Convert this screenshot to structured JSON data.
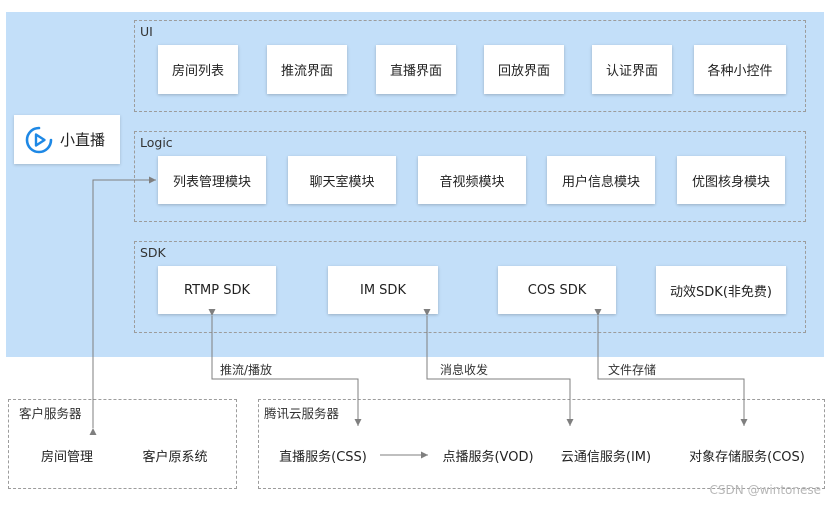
{
  "app": {
    "name": "小直播"
  },
  "layers": {
    "ui": {
      "label": "UI",
      "items": [
        "房间列表",
        "推流界面",
        "直播界面",
        "回放界面",
        "认证界面",
        "各种小控件"
      ]
    },
    "logic": {
      "label": "Logic",
      "items": [
        "列表管理模块",
        "聊天室模块",
        "音视频模块",
        "用户信息模块",
        "优图核身模块"
      ]
    },
    "sdk": {
      "label": "SDK",
      "items": [
        "RTMP SDK",
        "IM SDK",
        "COS SDK",
        "动效SDK(非免费)"
      ]
    }
  },
  "customer_server": {
    "label": "客户服务器",
    "items": [
      "房间管理",
      "客户原系统"
    ]
  },
  "tencent_cloud": {
    "label": "腾讯云服务器",
    "items": [
      "直播服务(CSS)",
      "点播服务(VOD)",
      "云通信服务(IM)",
      "对象存储服务(COS)"
    ]
  },
  "edges": {
    "push_play": "推流/播放",
    "messaging": "消息收发",
    "file_storage": "文件存储"
  },
  "watermark": "CSDN @wintonese",
  "colors": {
    "background_panel": "#c3dff9",
    "logo_blue": "#1e88e5",
    "line": "#7f7f7f"
  }
}
